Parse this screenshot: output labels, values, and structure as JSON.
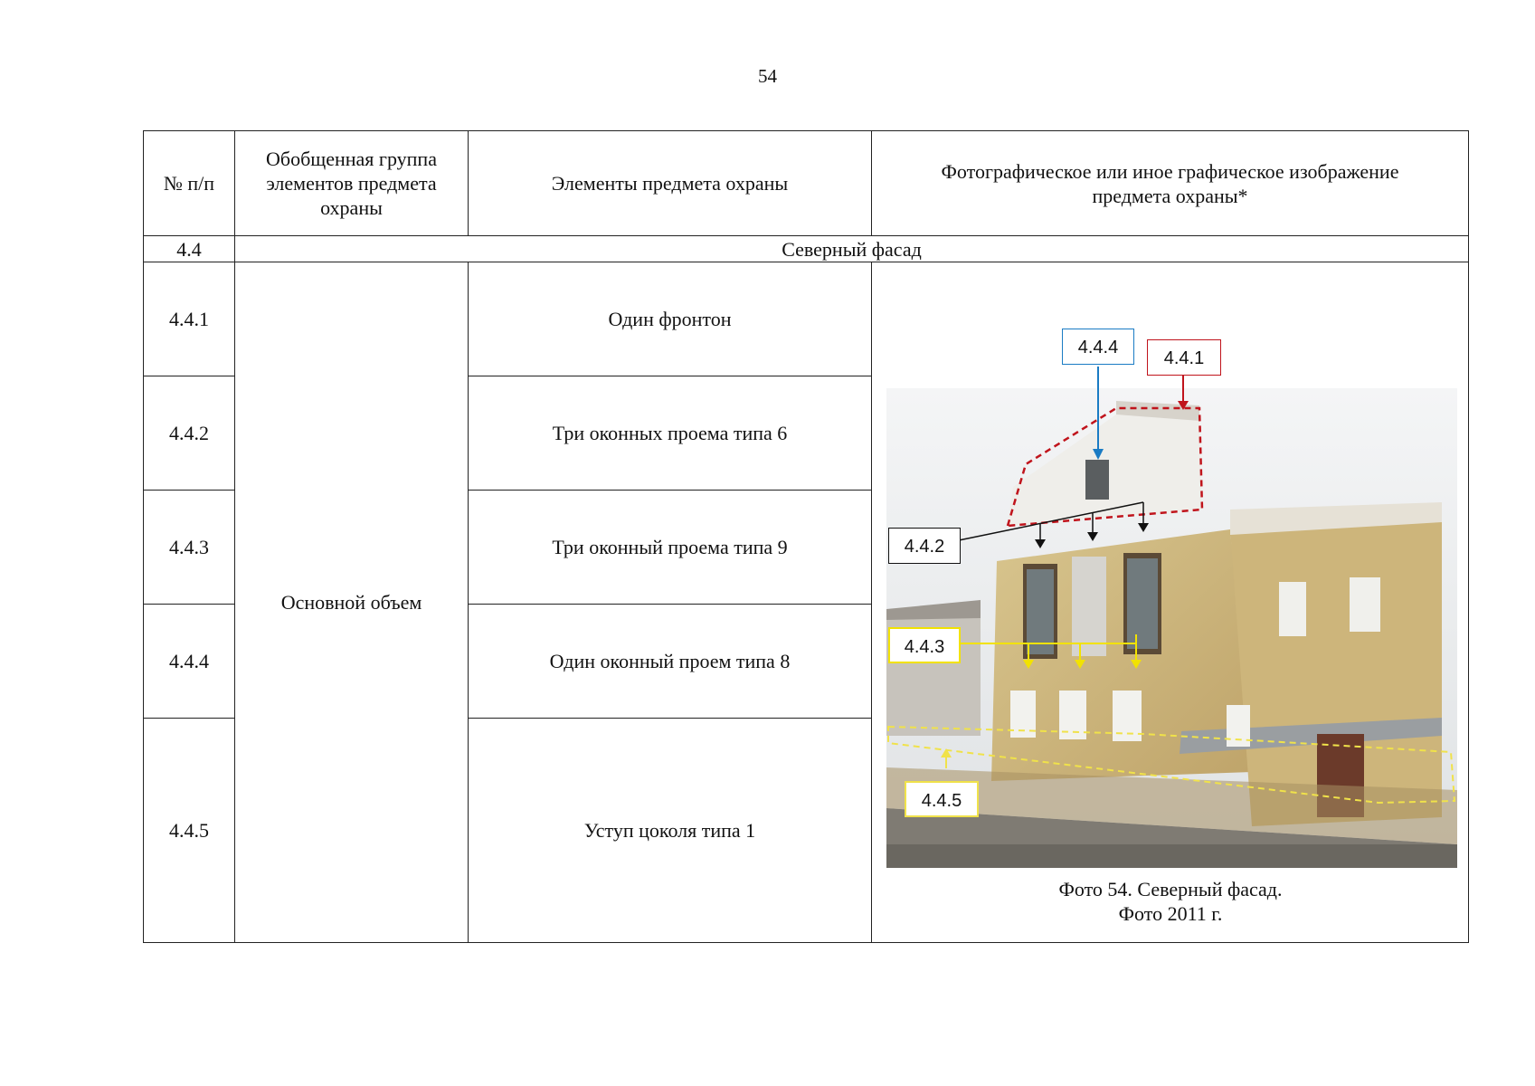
{
  "page_number": "54",
  "header": {
    "num": "№ п/п",
    "group": "Обобщенная группа элементов предмета охраны",
    "elements": "Элементы предмета охраны",
    "image": "Фотографическое или иное графическое изображение предмета охраны*"
  },
  "section": {
    "num": "4.4",
    "title": "Северный фасад"
  },
  "group_name": "Основной объем",
  "rows": [
    {
      "num": "4.4.1",
      "element": "Один фронтон"
    },
    {
      "num": "4.4.2",
      "element": "Три оконных проема типа 6"
    },
    {
      "num": "4.4.3",
      "element": "Три оконный проема типа 9"
    },
    {
      "num": "4.4.4",
      "element": "Один оконный проем типа 8"
    },
    {
      "num": "4.4.5",
      "element": "Уступ цоколя типа 1"
    }
  ],
  "callouts": {
    "c441": {
      "label": "4.4.1",
      "color": "#c0141c"
    },
    "c442": {
      "label": "4.4.2",
      "color": "#111111"
    },
    "c443": {
      "label": "4.4.3",
      "color": "#f2e200"
    },
    "c444": {
      "label": "4.4.4",
      "color": "#1a7bc4"
    },
    "c445": {
      "label": "4.4.5",
      "color": "#f0e24a"
    }
  },
  "caption": {
    "line1": "Фото 54. Северный фасад.",
    "line2": "Фото 2011 г."
  }
}
